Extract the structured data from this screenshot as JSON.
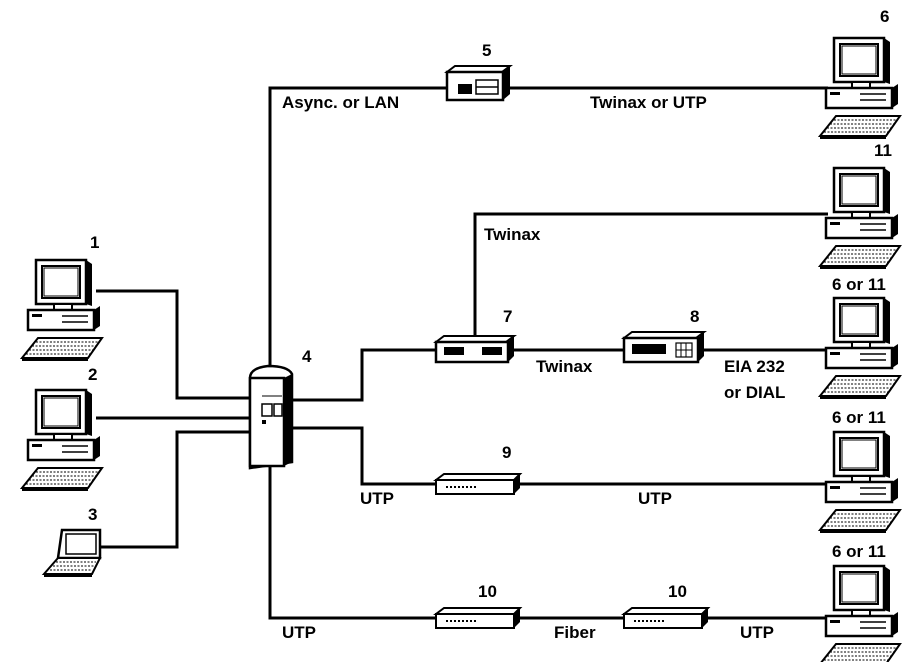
{
  "nodes": {
    "n1": "1",
    "n2": "2",
    "n3": "3",
    "n4": "4",
    "n5": "5",
    "n6_top": "6",
    "n11": "11",
    "n6or11_a": "6 or 11",
    "n7": "7",
    "n8": "8",
    "n9": "9",
    "n6or11_b": "6 or 11",
    "n10_a": "10",
    "n10_b": "10",
    "n6or11_c": "6 or 11"
  },
  "links": {
    "async_or_lan": "Async. or LAN",
    "twinax_or_utp": "Twinax or UTP",
    "twinax_upper": "Twinax",
    "twinax_mid": "Twinax",
    "eia_232": "EIA 232",
    "or_dial": "or DIAL",
    "utp_left": "UTP",
    "utp_right": "UTP",
    "utp_bottom_left": "UTP",
    "fiber": "Fiber",
    "utp_bottom_right": "UTP"
  }
}
